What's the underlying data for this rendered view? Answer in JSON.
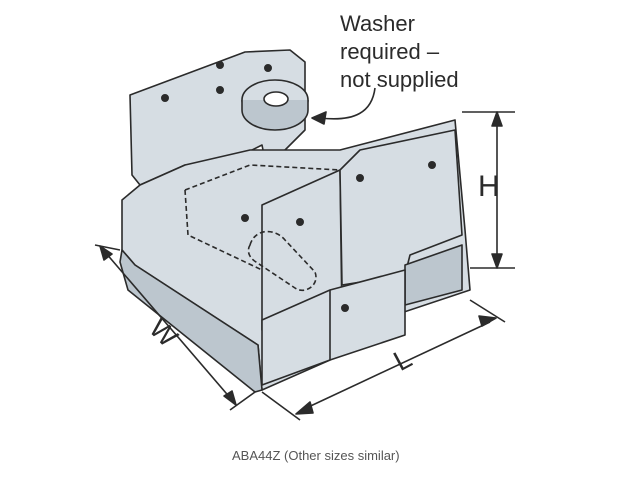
{
  "callout": {
    "line1": "Washer",
    "line2": "required –",
    "line3": "not supplied"
  },
  "dimensions": {
    "height": "H",
    "length": "L",
    "width": "W"
  },
  "caption": "ABA44Z (Other sizes similar)",
  "colors": {
    "steel_fill": "#d6dde3",
    "steel_shadow": "#bcc6ce",
    "outline": "#2b2b2b"
  }
}
